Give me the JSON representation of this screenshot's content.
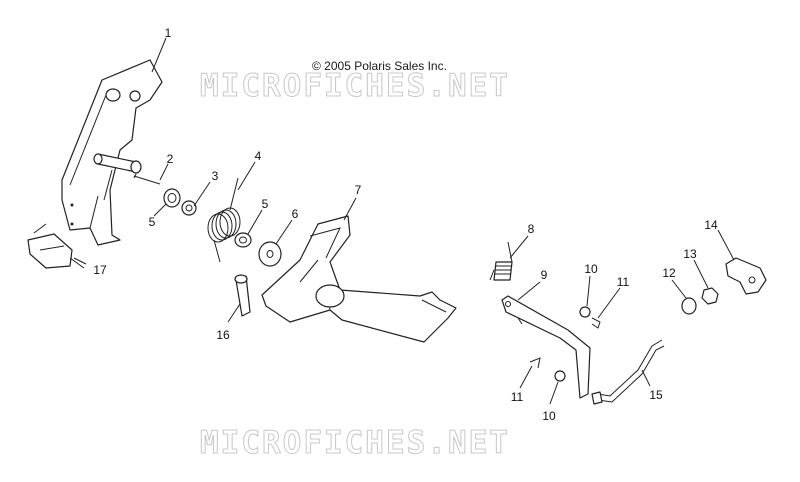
{
  "copyright": "© 2005 Polaris Sales Inc.",
  "watermark_top": "MICROFICHES.NET",
  "watermark_bottom": "MICROFICHES.NET",
  "callouts": {
    "c1": "1",
    "c2": "2",
    "c3": "3",
    "c4": "4",
    "c5a": "5",
    "c5b": "5",
    "c6": "6",
    "c7": "7",
    "c8": "8",
    "c9": "9",
    "c10a": "10",
    "c10b": "10",
    "c11a": "11",
    "c11b": "11",
    "c12": "12",
    "c13": "13",
    "c14": "14",
    "c15": "15",
    "c16": "16",
    "c17": "17"
  }
}
